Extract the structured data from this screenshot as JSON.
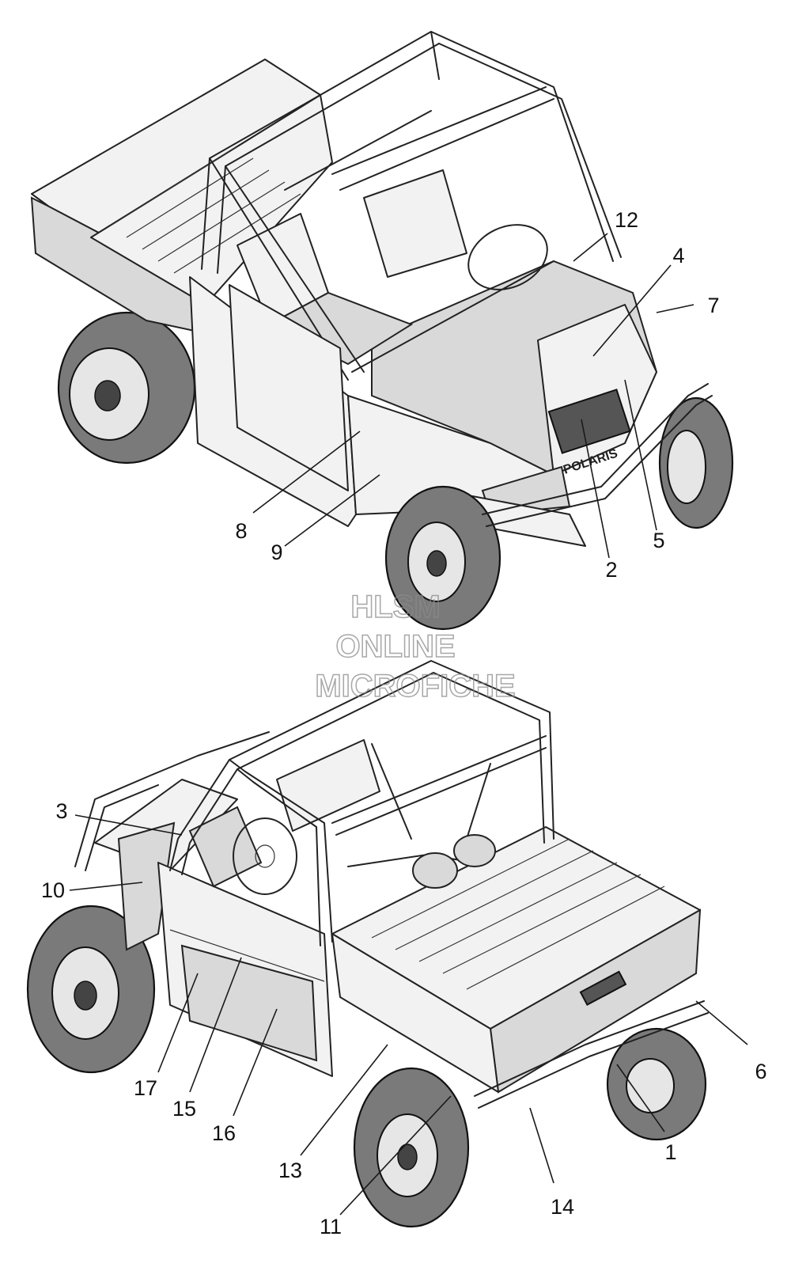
{
  "watermark": {
    "line1": "HLSM",
    "line2": "ONLINE",
    "line3": "MICROFICHE"
  },
  "brand_text": "POLARIS",
  "callouts": {
    "c1": "1",
    "c2": "2",
    "c3": "3",
    "c4": "4",
    "c5": "5",
    "c6": "6",
    "c7": "7",
    "c8": "8",
    "c9": "9",
    "c10": "10",
    "c11": "11",
    "c12": "12",
    "c13": "13",
    "c14": "14",
    "c15": "15",
    "c16": "16",
    "c17": "17"
  }
}
